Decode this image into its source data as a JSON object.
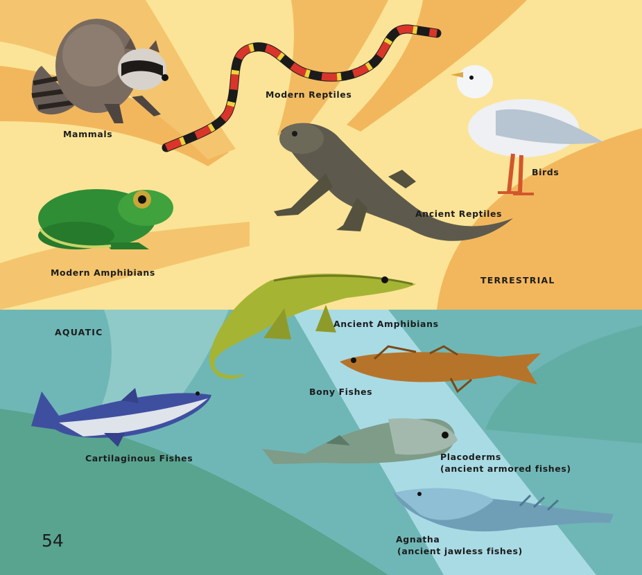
{
  "labels": {
    "mammals": "Mammals",
    "modern_reptiles": "Modern Reptiles",
    "birds": "Birds",
    "ancient_reptiles": "Ancient Reptiles",
    "modern_amphibians": "Modern Amphibians",
    "terrestrial": "TERRESTRIAL",
    "aquatic": "AQUATIC",
    "ancient_amphibians": "Ancient Amphibians",
    "bony_fishes": "Bony Fishes",
    "cartilaginous_fishes": "Cartilaginous Fishes",
    "placoderms": "Placoderms",
    "placoderms_note": "(ancient armored fishes)",
    "agnatha": "Agnatha",
    "agnatha_note": "(ancient jawless fishes)"
  },
  "page_number": "54",
  "colors": {
    "land_light": "#fbe497",
    "land_ray": "#f2b75d",
    "water": "#6fb7b6",
    "water_light": "#a9dbe5",
    "water_deep": "#58a48f"
  }
}
